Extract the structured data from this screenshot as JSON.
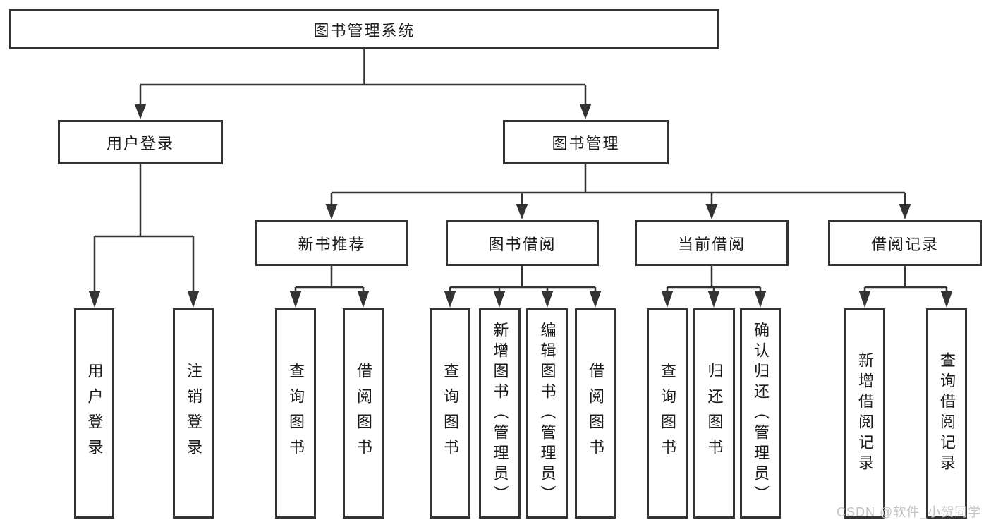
{
  "colors": {
    "line": "#333333",
    "border": "#333333",
    "text": "#1c1c1c",
    "watermark": "#c3c3c3",
    "background": "#ffffff"
  },
  "watermark": {
    "text": "CSDN @软件_小贺同学"
  },
  "tree": {
    "label": "图书管理系统",
    "children": [
      {
        "label": "用户登录",
        "children": [
          {
            "label": "用户登录"
          },
          {
            "label": "注销登录"
          }
        ]
      },
      {
        "label": "图书管理",
        "children": [
          {
            "label": "新书推荐",
            "children": [
              {
                "label": "查询图书"
              },
              {
                "label": "借阅图书"
              }
            ]
          },
          {
            "label": "图书借阅",
            "children": [
              {
                "label": "查询图书"
              },
              {
                "label": "新增图书（管理员）"
              },
              {
                "label": "编辑图书（管理员）"
              },
              {
                "label": "借阅图书"
              }
            ]
          },
          {
            "label": "当前借阅",
            "children": [
              {
                "label": "查询图书"
              },
              {
                "label": "归还图书"
              },
              {
                "label": "确认归还（管理员）"
              }
            ]
          },
          {
            "label": "借阅记录",
            "children": [
              {
                "label": "新增借阅记录"
              },
              {
                "label": "查询借阅记录"
              }
            ]
          }
        ]
      }
    ]
  }
}
